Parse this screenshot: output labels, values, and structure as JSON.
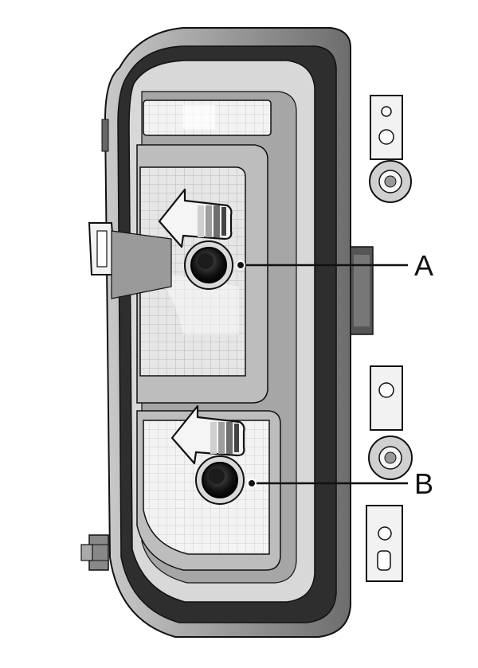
{
  "figure": {
    "labels": [
      {
        "id": "A",
        "text": "A"
      },
      {
        "id": "B",
        "text": "B"
      }
    ]
  },
  "colors": {
    "housing_dark": "#333333",
    "housing_mid": "#8c8c8c",
    "housing_light": "#d9d9d9",
    "lens_light": "#ececec",
    "lens_grid": "#bdbdbd",
    "arrow_fill": "#f2f2f2",
    "outline": "#111111"
  },
  "icons": {
    "rotate_arrow_upper": "rotate-counterclockwise-arrow",
    "rotate_arrow_lower": "rotate-counterclockwise-arrow"
  }
}
